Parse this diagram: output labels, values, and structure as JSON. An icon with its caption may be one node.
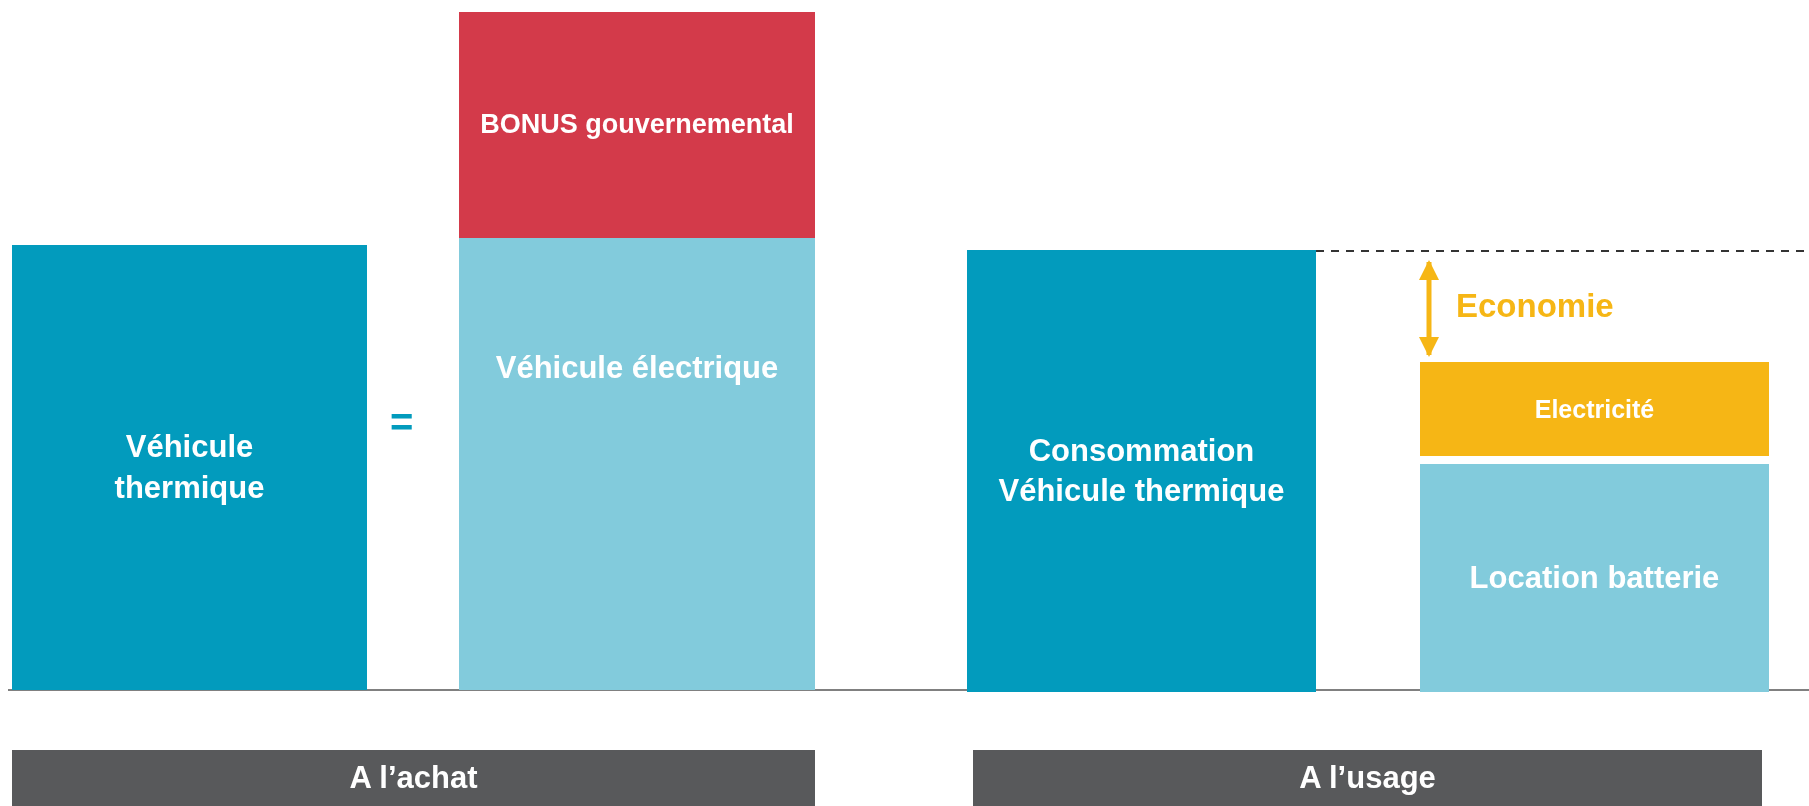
{
  "diagram": {
    "nodes": [
      {
        "text": [
          "Véhicule thermique"
        ]
      },
      {
        "text": [
          "BONUS gouvernemental"
        ]
      },
      {
        "text": [
          "Véhicule électrique"
        ]
      },
      {
        "text": [
          "Consommation Véhicule thermique"
        ]
      },
      {
        "text": [
          "Electricité"
        ]
      },
      {
        "text": [
          "Location batterie"
        ]
      },
      {
        "text": [
          "A l’achat"
        ]
      },
      {
        "text": [
          "A l’usage"
        ]
      }
    ],
    "edges": [],
    "labels": [
      "=",
      "Economie"
    ]
  }
}
